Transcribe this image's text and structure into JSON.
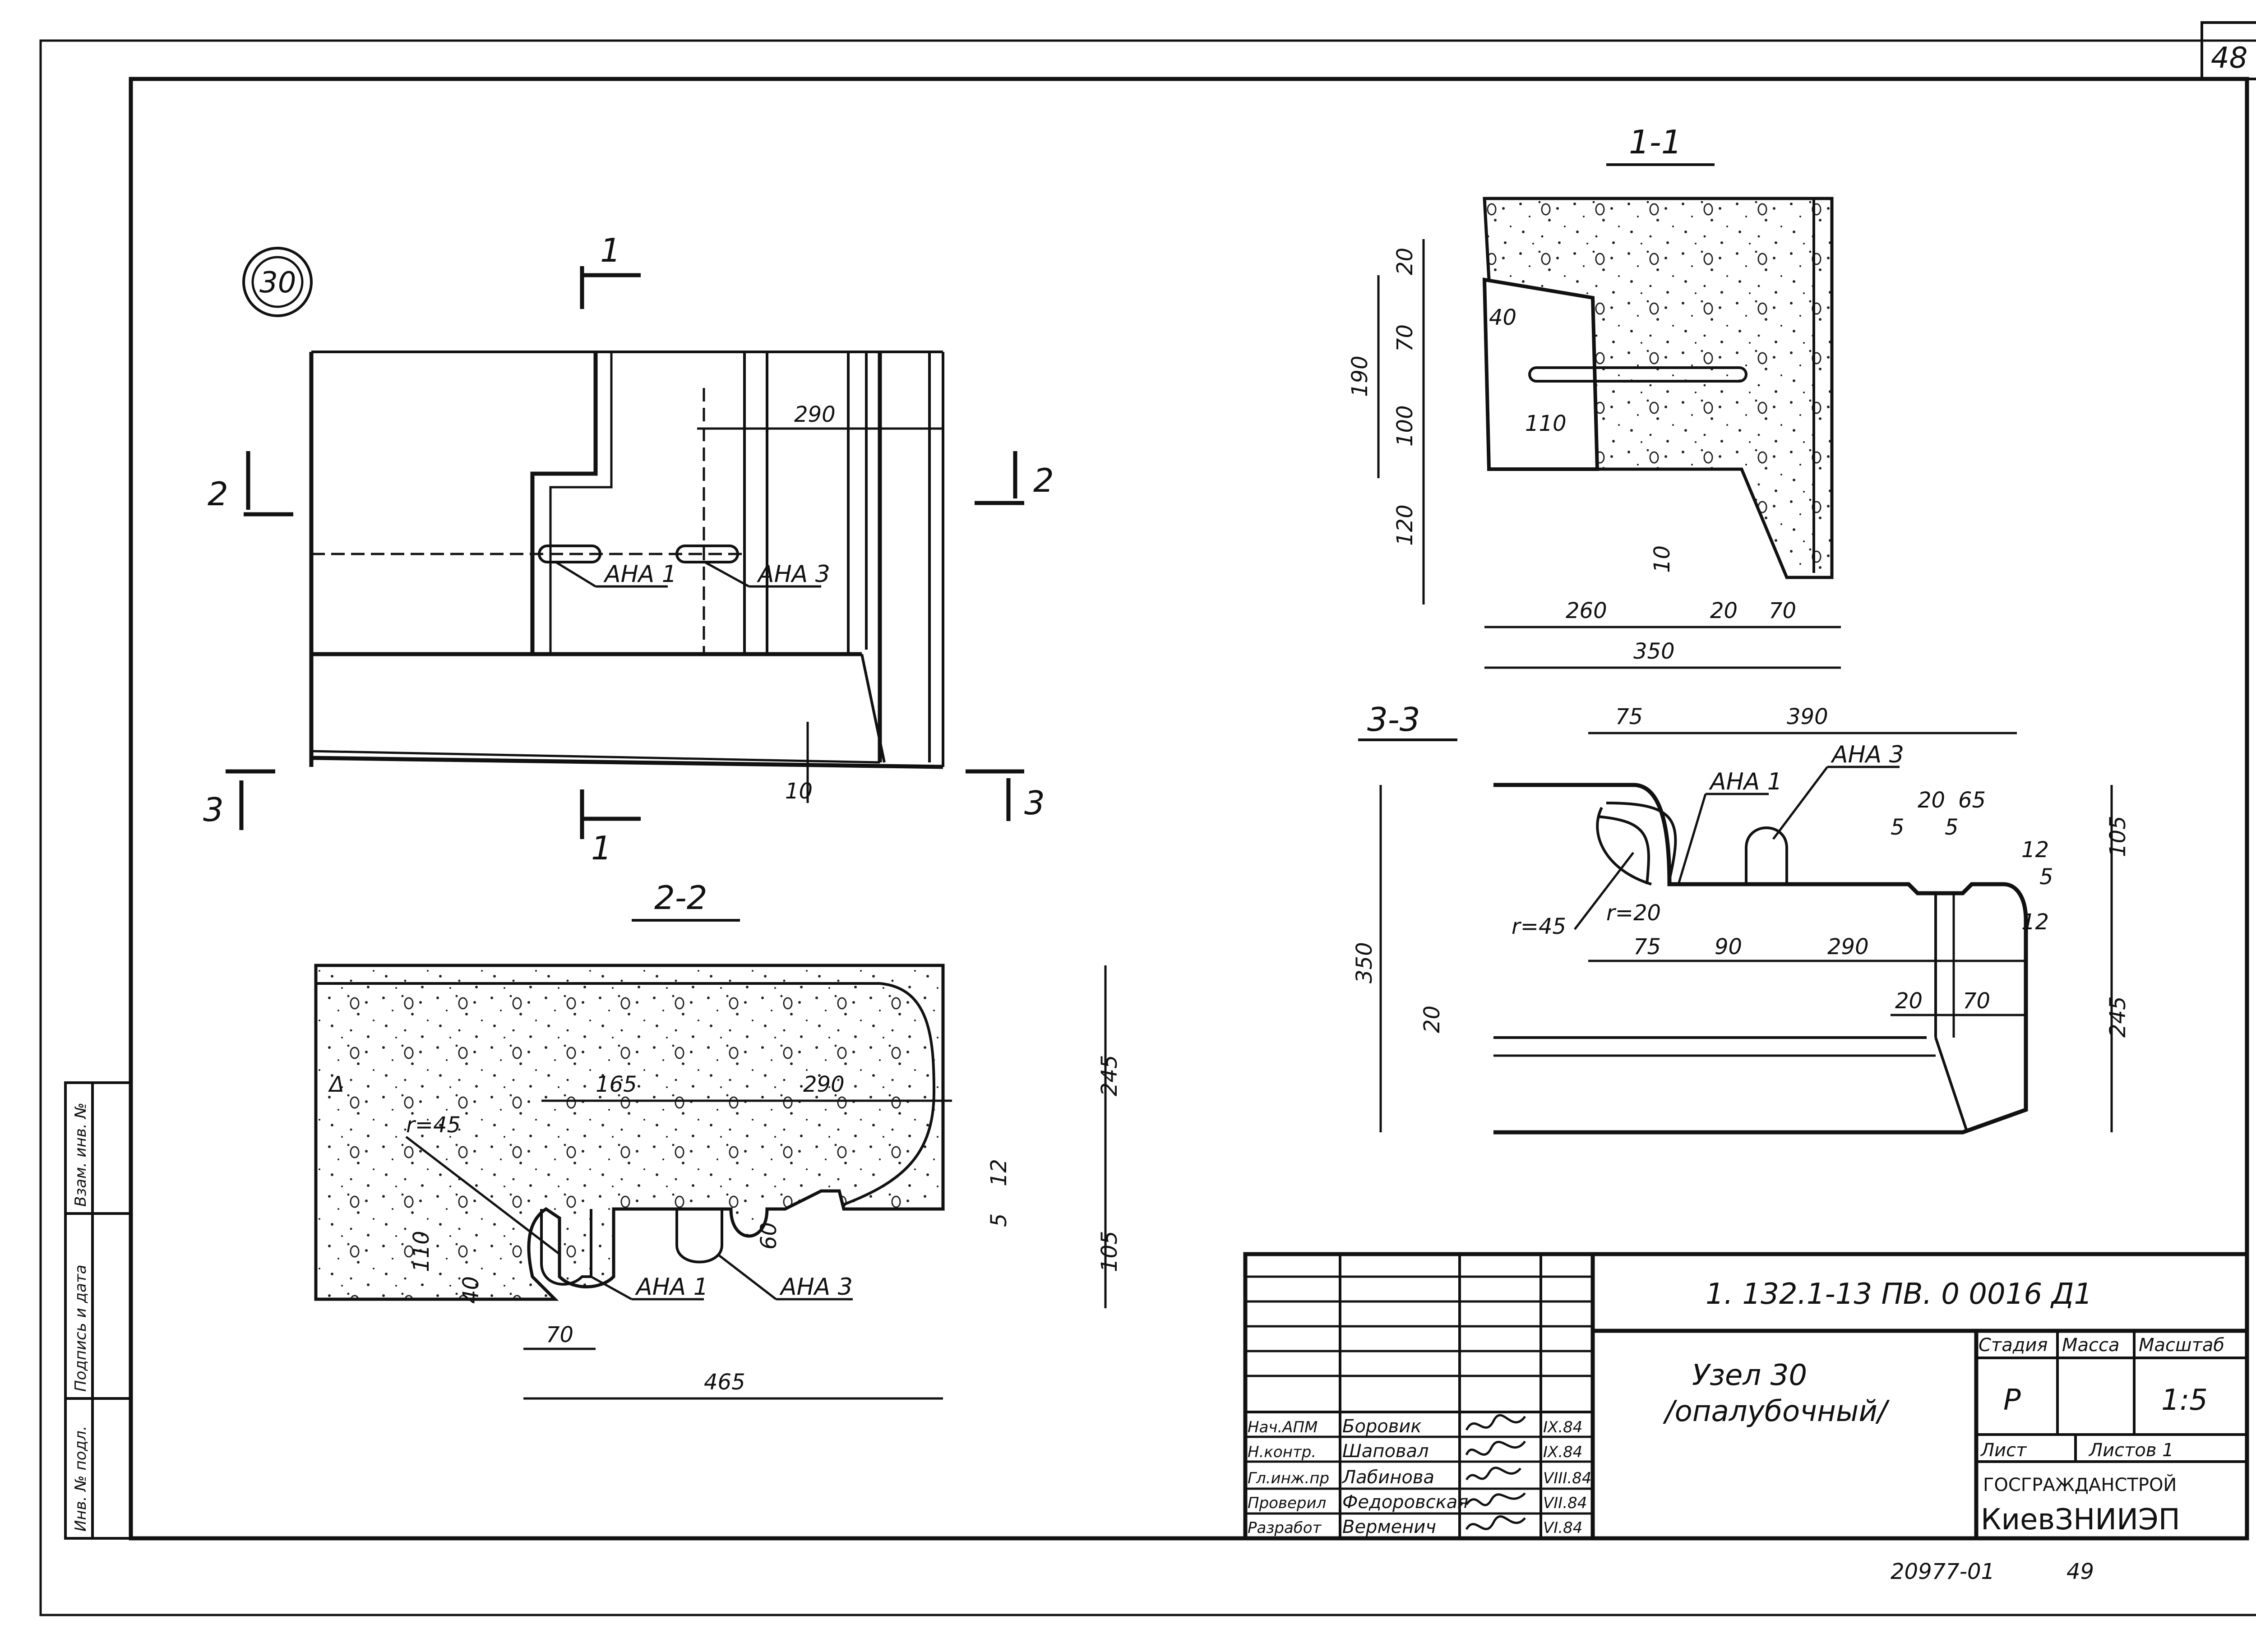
{
  "sheet": {
    "page_number": "48",
    "node_badge": "30",
    "bottom_note_left": "20977-01",
    "bottom_note_right": "49"
  },
  "sections": {
    "s1": "1-1",
    "s2": "2-2",
    "s3": "3-3"
  },
  "plan": {
    "cut_marks": [
      "1",
      "1",
      "2",
      "2",
      "3",
      "3"
    ],
    "dims": [
      "290",
      "10"
    ],
    "labels": [
      "АНА 1",
      "АНА 3"
    ]
  },
  "section_2_2": {
    "dims": [
      "165",
      "290",
      "245",
      "105",
      "12",
      "5",
      "60",
      "110",
      "40",
      "70",
      "465"
    ],
    "radius": "r=45",
    "labels": [
      "АНА 1",
      "АНА 3"
    ],
    "triangle": "Δ"
  },
  "section_1_1": {
    "dims": [
      "20",
      "190",
      "70",
      "40",
      "100",
      "110",
      "120",
      "10",
      "260",
      "20",
      "70",
      "350"
    ]
  },
  "section_3_3": {
    "dims": [
      "75",
      "390",
      "5",
      "20",
      "5",
      "65",
      "105",
      "12",
      "5",
      "12",
      "350",
      "75",
      "90",
      "290",
      "20",
      "70",
      "245",
      "20"
    ],
    "radii": [
      "r=45",
      "r=20"
    ],
    "labels": [
      "АНА 1",
      "АНА 3"
    ]
  },
  "side_stamp": {
    "cells": [
      "Инв. № подл.",
      "Подпись и дата",
      "Взам. инв. №"
    ]
  },
  "title_block": {
    "doc_code": "1. 132.1-13 ПВ. 0 0016  Д1",
    "title_line1": "Узел 30",
    "title_line2": "/опалубочный/",
    "stage_header": "Стадия",
    "mass_header": "Масса",
    "scale_header": "Масштаб",
    "stage_value": "Р",
    "scale_value": "1:5",
    "sheet_label": "Лист",
    "sheets_label": "Листов 1",
    "org_line1": "ГОСГРАЖДАНСТРОЙ",
    "org_line2": "КиевЗНИИЭП",
    "staff": [
      {
        "role": "Нач.АПМ",
        "name": "Боровик",
        "date": "IX.84"
      },
      {
        "role": "Н.контр.",
        "name": "Шаповал",
        "date": "IX.84"
      },
      {
        "role": "Гл.инж.пр",
        "name": "Лабинова",
        "date": "VIII.84"
      },
      {
        "role": "Проверил",
        "name": "Федоровская",
        "date": "VII.84"
      },
      {
        "role": "Разработ",
        "name": "Верменич",
        "date": "VI.84"
      }
    ]
  }
}
